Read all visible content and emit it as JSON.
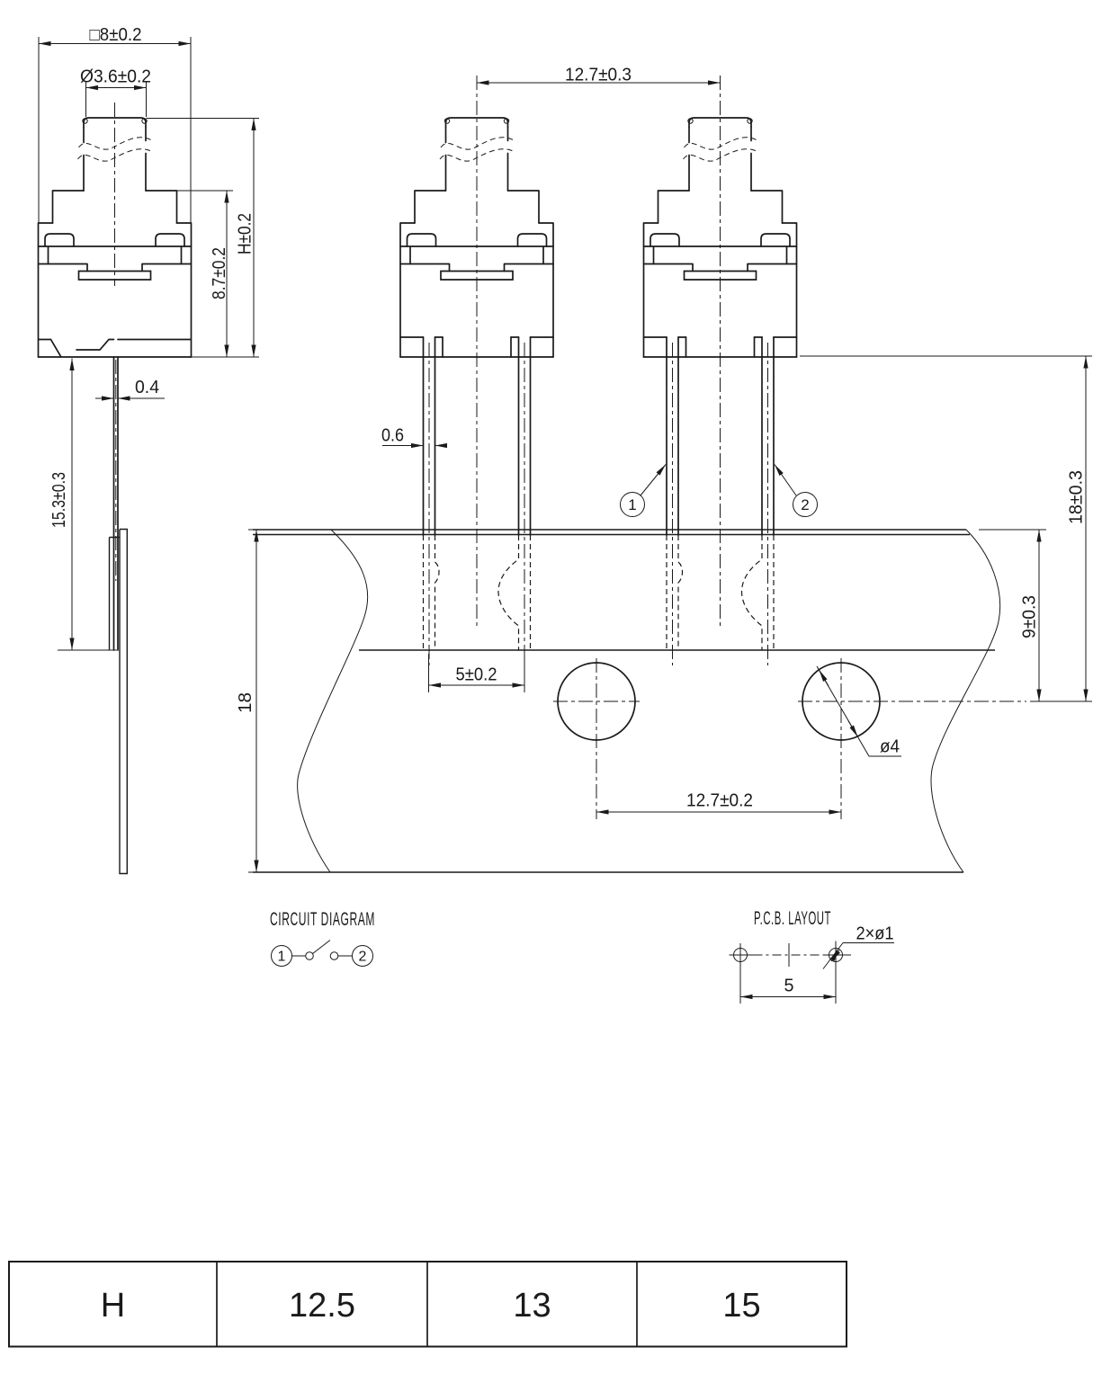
{
  "colors": {
    "ink": "#1a1a1a",
    "paper": "#ffffff"
  },
  "side_view": {
    "dim_square_width": "□8±0.2",
    "dim_plunger_dia": "Ø3.6±0.2",
    "dim_total_height": "H±0.2",
    "dim_body_height": "8.7±0.2",
    "dim_lead_thickness": "0.4",
    "dim_lead_length": "15.3±0.3"
  },
  "front_view": {
    "dim_switch_pitch": "12.7±0.3",
    "dim_lead_width": "0.6",
    "pin1_label": "1",
    "pin2_label": "2",
    "dim_seat_to_hole": "18±0.3",
    "dim_tape_edge_to_hole": "9±0.3",
    "dim_tape_width": "18",
    "dim_lead_pitch": "5±0.2",
    "dim_hole_dia": "ø4",
    "dim_hole_pitch": "12.7±0.2"
  },
  "circuit_diagram": {
    "title": "CIRCUIT  DIAGRAM",
    "pin1_label": "1",
    "pin2_label": "2"
  },
  "pcb_layout": {
    "title": "P.C.B. LAYOUT",
    "dim_hole_callout": "2×ø1",
    "dim_hole_pitch": "5"
  },
  "spec_table": {
    "header": "H",
    "values": [
      "12.5",
      "13",
      "15"
    ]
  }
}
